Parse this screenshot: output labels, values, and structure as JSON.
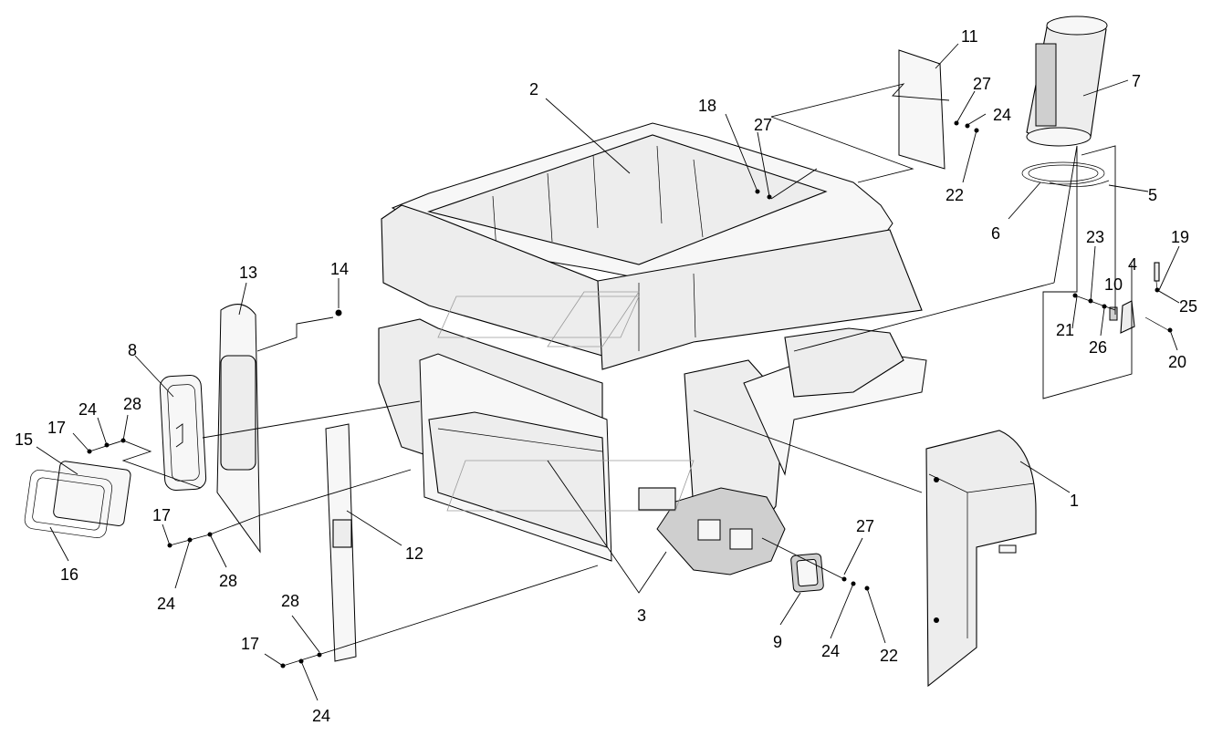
{
  "diagram": {
    "callouts": [
      {
        "id": "c1",
        "text": "1"
      },
      {
        "id": "c2",
        "text": "2"
      },
      {
        "id": "c3",
        "text": "3"
      },
      {
        "id": "c4",
        "text": "4"
      },
      {
        "id": "c5",
        "text": "5"
      },
      {
        "id": "c6",
        "text": "6"
      },
      {
        "id": "c7",
        "text": "7"
      },
      {
        "id": "c8",
        "text": "8"
      },
      {
        "id": "c9",
        "text": "9"
      },
      {
        "id": "c10",
        "text": "10"
      },
      {
        "id": "c11",
        "text": "11"
      },
      {
        "id": "c12",
        "text": "12"
      },
      {
        "id": "c13",
        "text": "13"
      },
      {
        "id": "c14",
        "text": "14"
      },
      {
        "id": "c15",
        "text": "15"
      },
      {
        "id": "c16",
        "text": "16"
      },
      {
        "id": "c17a",
        "text": "17"
      },
      {
        "id": "c17b",
        "text": "17"
      },
      {
        "id": "c17c",
        "text": "17"
      },
      {
        "id": "c18",
        "text": "18"
      },
      {
        "id": "c19",
        "text": "19"
      },
      {
        "id": "c20",
        "text": "20"
      },
      {
        "id": "c21",
        "text": "21"
      },
      {
        "id": "c22a",
        "text": "22"
      },
      {
        "id": "c22b",
        "text": "22"
      },
      {
        "id": "c23",
        "text": "23"
      },
      {
        "id": "c24a",
        "text": "24"
      },
      {
        "id": "c24b",
        "text": "24"
      },
      {
        "id": "c24c",
        "text": "24"
      },
      {
        "id": "c24d",
        "text": "24"
      },
      {
        "id": "c24e",
        "text": "24"
      },
      {
        "id": "c25",
        "text": "25"
      },
      {
        "id": "c26",
        "text": "26"
      },
      {
        "id": "c27a",
        "text": "27"
      },
      {
        "id": "c27b",
        "text": "27"
      },
      {
        "id": "c27c",
        "text": "27"
      },
      {
        "id": "c28a",
        "text": "28"
      },
      {
        "id": "c28b",
        "text": "28"
      },
      {
        "id": "c28c",
        "text": "28"
      }
    ]
  }
}
